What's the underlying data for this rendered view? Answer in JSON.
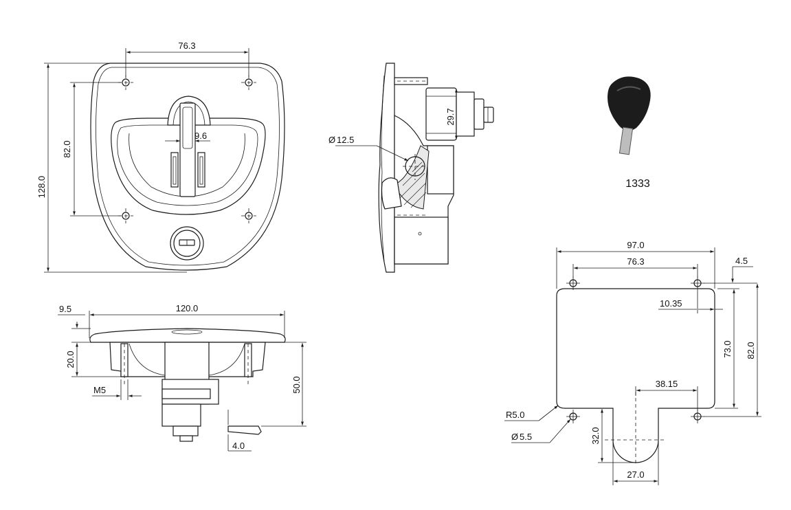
{
  "front_view": {
    "dim_top_width": "76.3",
    "dim_height": "82.0",
    "dim_total_height": "128.0",
    "dim_handle": "9.6"
  },
  "side_view": {
    "dim_pivot": "12.5",
    "dim_cylinder": "29.7"
  },
  "key": {
    "label": "1333"
  },
  "bottom_view": {
    "dim_overall_width": "120.0",
    "dim_flange": "9.5",
    "dim_depth": "20.0",
    "dim_thread": "M5",
    "dim_total_depth": "50.0",
    "dim_offset": "4.0"
  },
  "cutout": {
    "dim_width": "97.0",
    "dim_hole_spacing": "76.3",
    "dim_edge": "4.5",
    "dim_inset": "10.35",
    "dim_body_height": "73.0",
    "dim_hole_height": "82.0",
    "dim_slot_offset": "38.15",
    "dim_radius": "R5.0",
    "dim_hole_dia": "5.5",
    "dim_slot_depth": "32.0",
    "dim_slot_width": "27.0"
  }
}
